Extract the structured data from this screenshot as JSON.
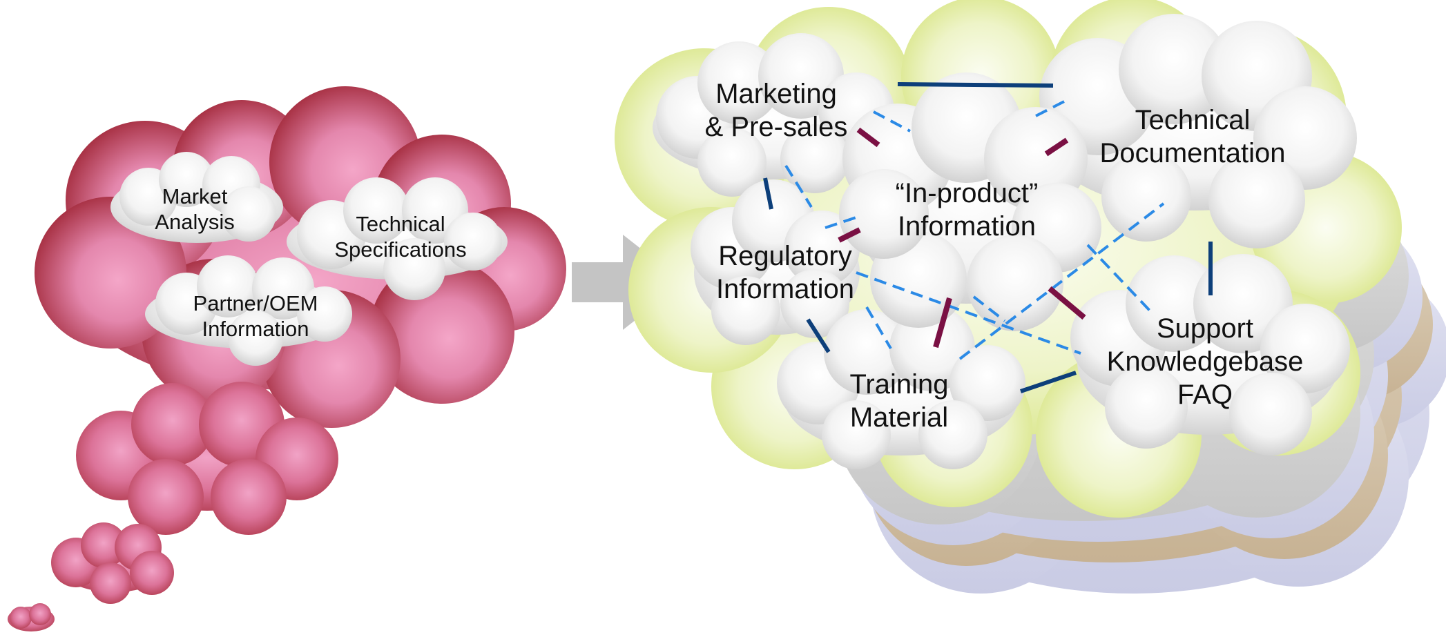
{
  "colors": {
    "red_cloud_dark": "#a8303c",
    "red_cloud_light": "#ee90b8",
    "green_cloud": "#dde98f",
    "inner_cloud": "#eeeeee",
    "arrow": "#c4c4c4",
    "solid_link": "#0d3f7a",
    "dashed_link": "#2b8ae6",
    "maroon_link": "#7a1043",
    "stack_lavender": "#d3d4ea",
    "stack_tan": "#d2c0a4"
  },
  "thought_cloud": {
    "topics": [
      {
        "line1": "Market",
        "line2": "Analysis"
      },
      {
        "line1": "Technical",
        "line2": "Specifications"
      },
      {
        "line1": "Partner/OEM",
        "line2": "Information"
      }
    ]
  },
  "knowledge_cloud": {
    "nodes": [
      {
        "line1": "Marketing",
        "line2": "& Pre-sales"
      },
      {
        "line1": "Technical",
        "line2": "Documentation"
      },
      {
        "line1": "“In-product”",
        "line2": "Information"
      },
      {
        "line1": "Regulatory",
        "line2": "Information"
      },
      {
        "line1": "Training",
        "line2": "Material"
      },
      {
        "line1": "Support",
        "line2": "Knowledgebase",
        "line3": "FAQ"
      }
    ]
  }
}
